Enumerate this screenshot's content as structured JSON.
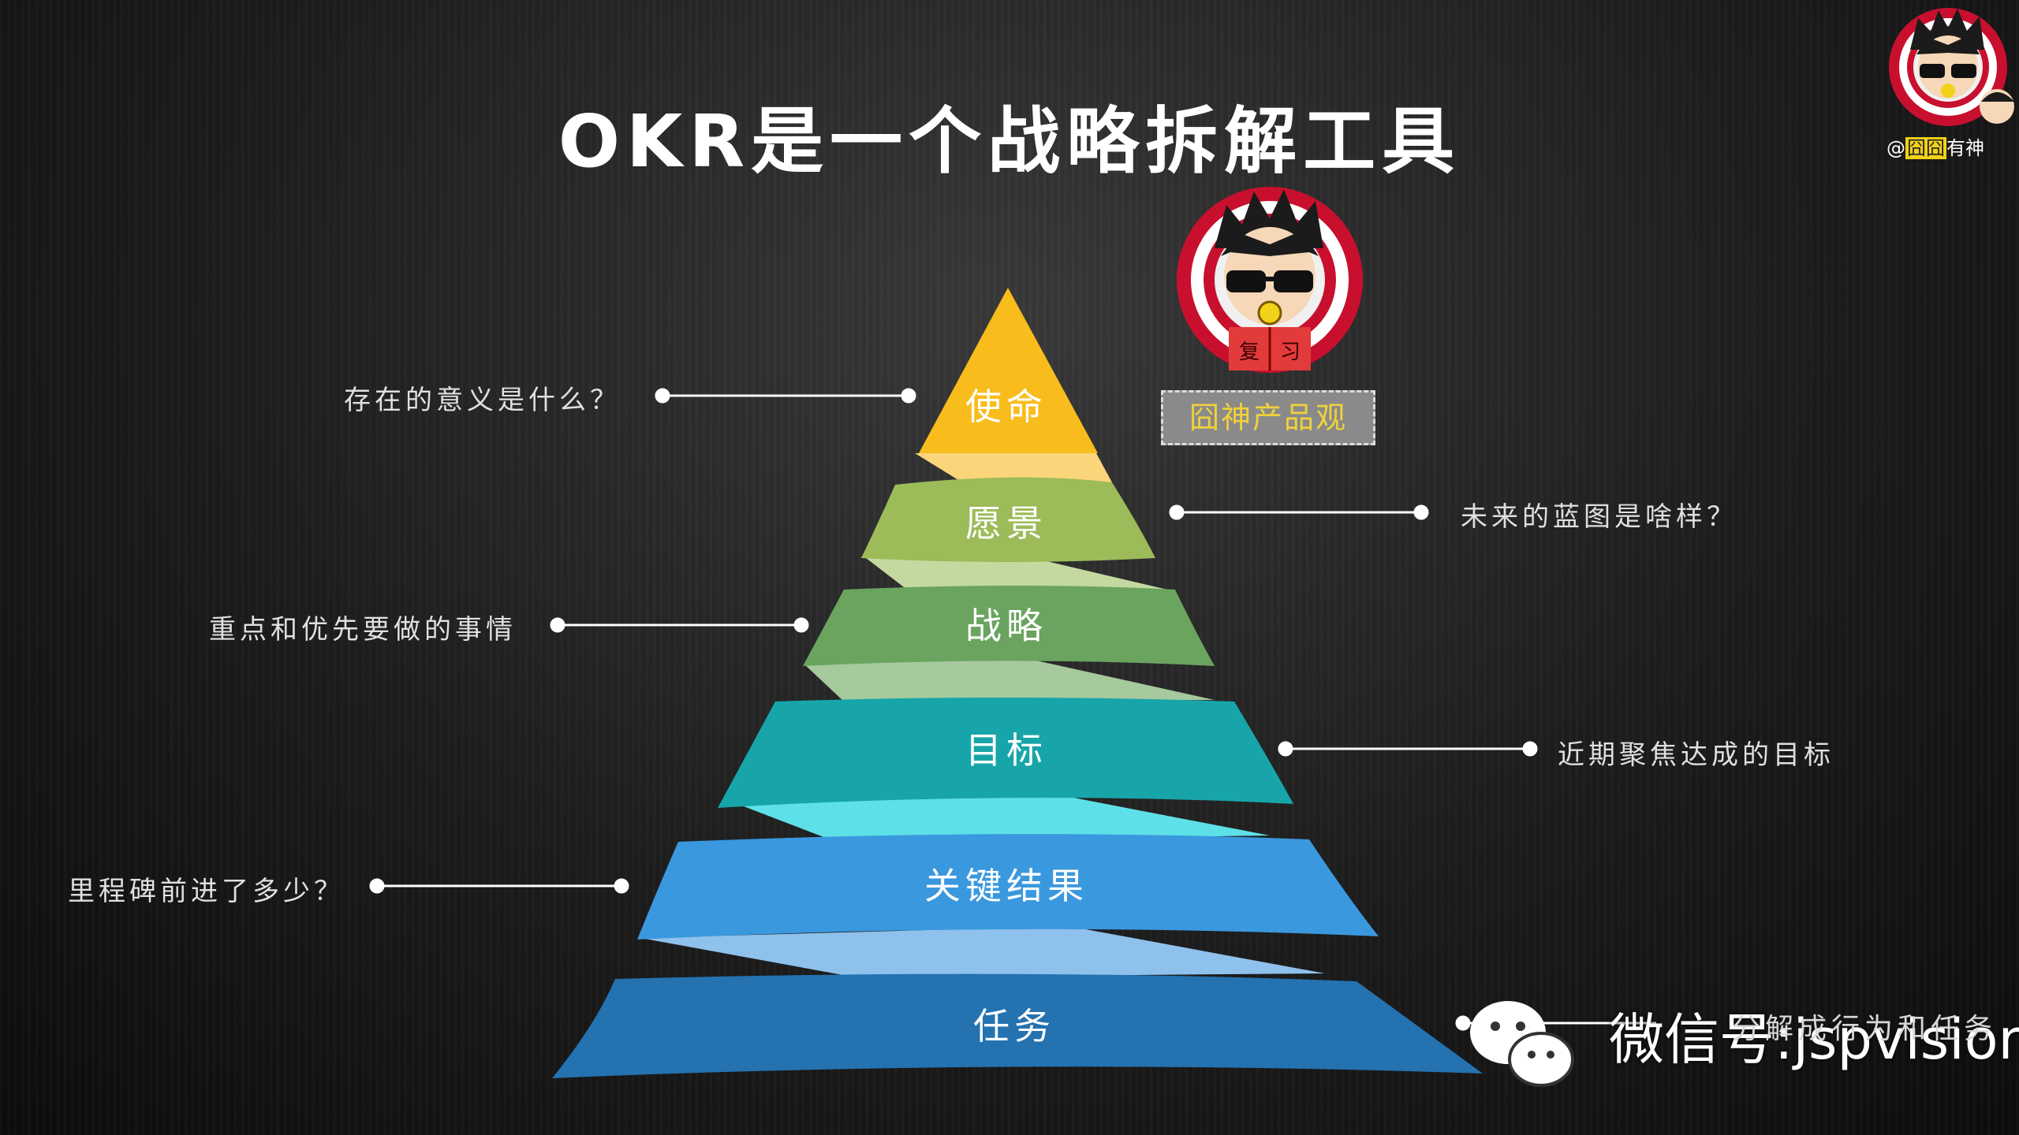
{
  "title": "OKR是一个战略拆解工具",
  "tiers": [
    {
      "label": "使命",
      "color": "#f8bc1c",
      "connector_color": "#fbd57a"
    },
    {
      "label": "愿景",
      "color": "#9cbb59",
      "connector_color": "#c4d9a0"
    },
    {
      "label": "战略",
      "color": "#6aa45f",
      "connector_color": "#a6c99d"
    },
    {
      "label": "目标",
      "color": "#17a5a9",
      "connector_color": "#5ee0e8"
    },
    {
      "label": "关键结果",
      "color": "#3a98de",
      "connector_color": "#8ec1ec"
    },
    {
      "label": "任务",
      "color": "#2472b0"
    }
  ],
  "annotations": {
    "mission": "存在的意义是什么？",
    "vision": "未来的蓝图是啥样？",
    "strategy": "重点和优先要做的事情",
    "objective": "近期聚焦达成的目标",
    "key_results": "里程碑前进了多少？",
    "tasks": "分解成行为和任务"
  },
  "brand": {
    "box_text": "囧神产品观",
    "handle_prefix": "@",
    "handle_highlight": "囧囧",
    "handle_suffix": "有神",
    "wechat": "微信号:jspvision"
  }
}
